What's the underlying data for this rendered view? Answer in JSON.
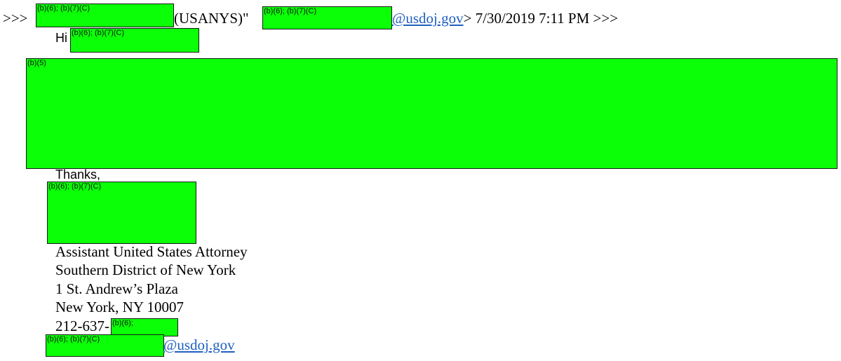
{
  "header": {
    "prefix": ">>>",
    "name_suffix": "(USANYS)\"",
    "email_domain": "@usdoj.gov",
    "date_suffix": "> 7/30/2019 7:11 PM >>>"
  },
  "greeting": "Hi",
  "closing": "Thanks,",
  "signature": {
    "title": "Assistant United States Attorney",
    "office": "Southern District of New York",
    "street": "1 St. Andrew’s Plaza",
    "city": "New York, NY 10007",
    "phone_prefix": "212-637-",
    "email_domain": "@usdoj.gov"
  },
  "redactions": {
    "sender_name": "(b)(6); (b)(7)(C)",
    "sender_email": "(b)(6); (b)(7)(C)",
    "greeting_name": "(b)(6); (b)(7)(C)",
    "body": "(b)(5)",
    "signature_name": "(b)(6); (b)(7)(C)",
    "phone_ext": "(b)(6);",
    "signature_email": "(b)(6); (b)(7)(C)"
  },
  "colors": {
    "redaction": "#0bff06",
    "link": "#1f5fbf"
  }
}
